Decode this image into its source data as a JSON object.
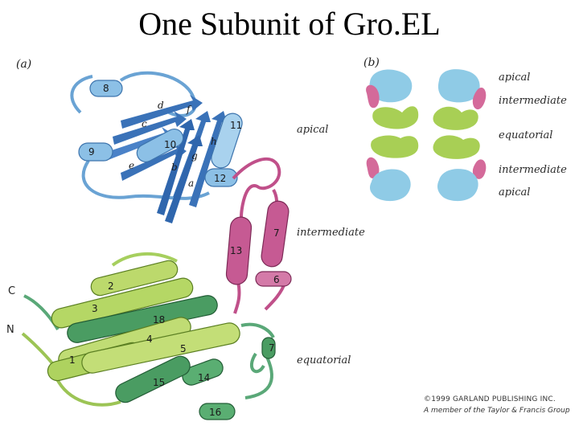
{
  "title": "One Subunit of Gro.EL",
  "panel_a": {
    "label": "(a)",
    "domain_labels": {
      "apical": "apical",
      "intermediate": "intermediate",
      "equatorial": "equatorial"
    },
    "termini": {
      "c": "C",
      "n": "N"
    },
    "apical_helix_numbers": [
      "8",
      "9",
      "10",
      "11",
      "12"
    ],
    "strand_letters": [
      "f",
      "d",
      "c",
      "e",
      "g",
      "h",
      "b",
      "a"
    ],
    "intermediate_helix_numbers": [
      "7",
      "13",
      "6"
    ],
    "equatorial_helix_numbers": [
      "2",
      "3",
      "18",
      "4",
      "1",
      "5",
      "7",
      "14",
      "15",
      "16"
    ]
  },
  "panel_b": {
    "label": "(b)",
    "row_labels": [
      "apical",
      "intermediate",
      "equatorial",
      "intermediate",
      "apical"
    ]
  },
  "colors": {
    "apical": "#7fb3dc",
    "apical_dark": "#3a72b8",
    "intermediate": "#c0508a",
    "equatorial_light": "#b9d86a",
    "equatorial_dark": "#3f9a5e",
    "schematic_blue": "#8fcbe6",
    "schematic_pink": "#d46a9a",
    "schematic_green": "#a8cf55"
  },
  "credit": {
    "line1": "©1999 GARLAND PUBLISHING INC.",
    "line2": "A member of the Taylor & Francis Group"
  }
}
